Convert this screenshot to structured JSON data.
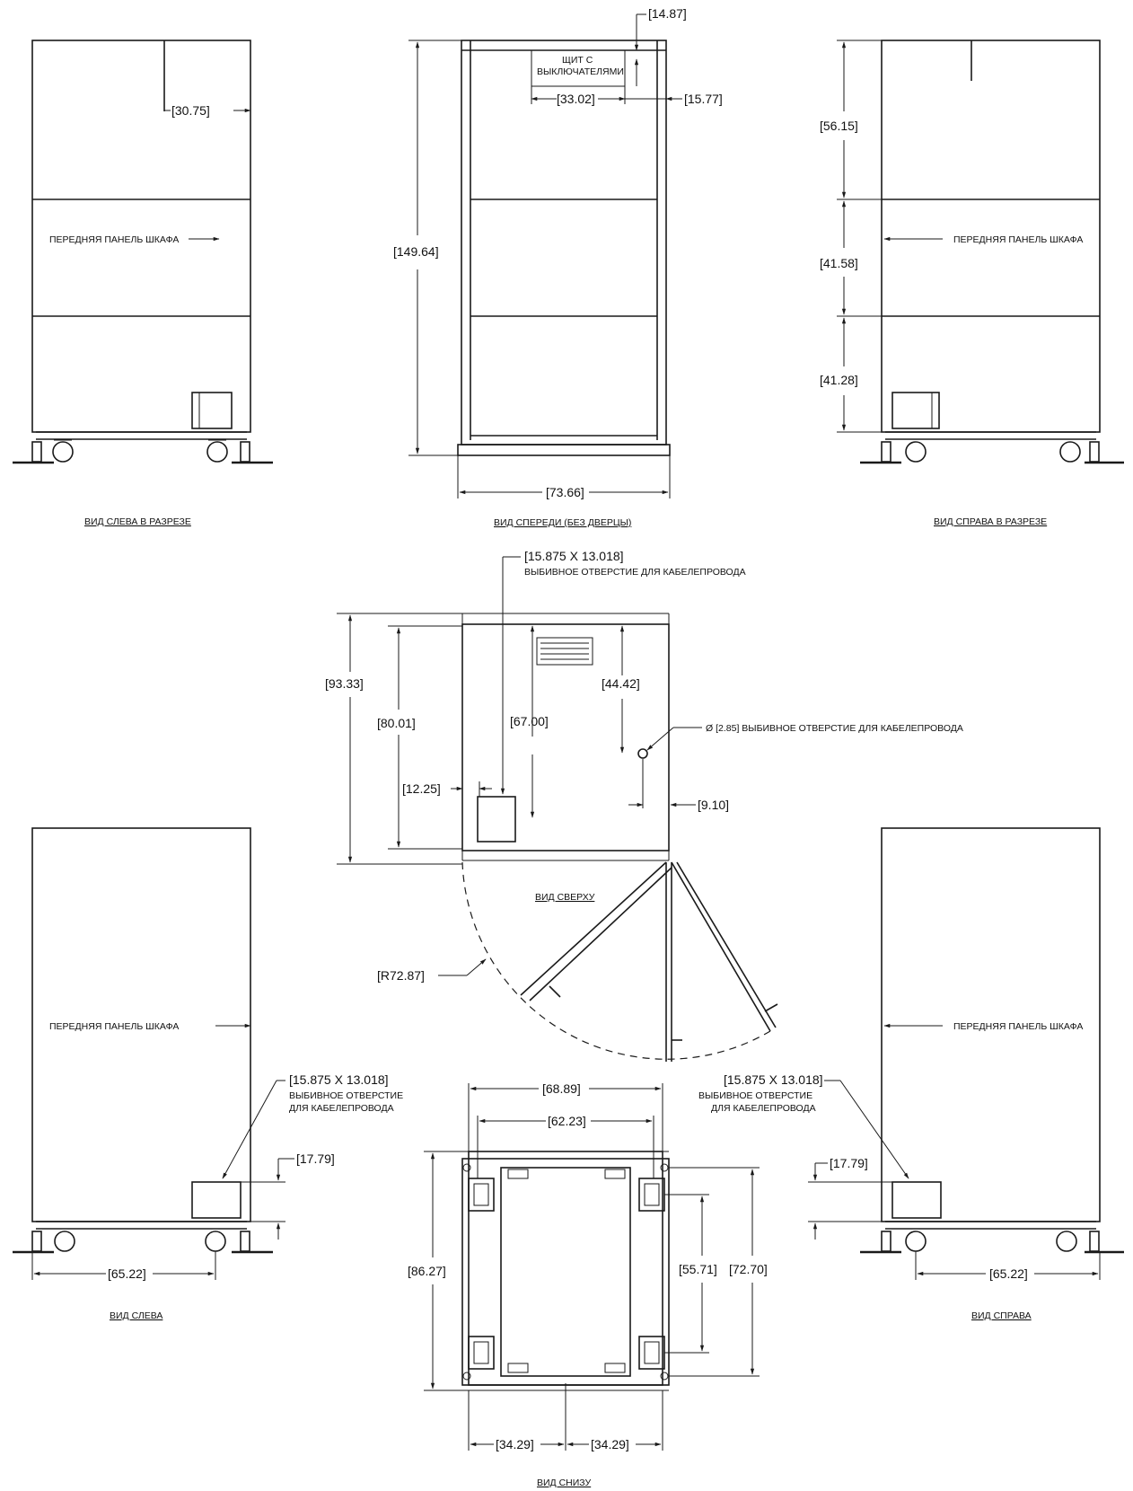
{
  "colors": {
    "line": "#1a1a1a",
    "background": "#ffffff"
  },
  "captions": {
    "left_section": "ВИД СЛЕВА В РАЗРЕЗЕ",
    "front": "ВИД СПЕРЕДИ (БЕЗ ДВЕРЦЫ)",
    "right_section": "ВИД СПРАВА В РАЗРЕЗЕ",
    "top": "ВИД СВЕРХУ",
    "left": "ВИД СЛЕВА",
    "right": "ВИД СПРАВА",
    "bottom": "ВИД СНИЗУ"
  },
  "labels": {
    "cabinet_front": "ПЕРЕДНЯЯ ПАНЕЛЬ ШКАФА",
    "breaker_panel_line1": "ЩИТ С",
    "breaker_panel_line2": "ВЫКЛЮЧАТЕЛЯМИ",
    "knockout_size": "[15.875 X 13.018]",
    "knockout_conduit": "ВЫБИВНОЕ ОТВЕРСТИЕ ДЛЯ КАБЕЛЕПРОВОДА",
    "knockout_line1": "ВЫБИВНОЕ ОТВЕРСТИЕ",
    "knockout_line2": "ДЛЯ КАБЕЛЕПРОВОДА",
    "round_knockout": "Ø [2.85] ВЫБИВНОЕ ОТВЕРСТИЕ ДЛЯ КАБЕЛЕПРОВОДА"
  },
  "dims": {
    "d3075": "[30.75]",
    "d1487": "[14.87]",
    "d3302": "[33.02]",
    "d1577": "[15.77]",
    "d14964": "[149.64]",
    "d7366": "[73.66]",
    "d5615": "[56.15]",
    "d4158": "[41.58]",
    "d4128": "[41.28]",
    "d9333": "[93.33]",
    "d8001": "[80.01]",
    "d6700": "[67.00]",
    "d4442": "[44.42]",
    "d1225": "[12.25]",
    "d910": "[9.10]",
    "r7287": "[R72.87]",
    "d6889": "[68.89]",
    "d6223": "[62.23]",
    "d1779_left": "[17.79]",
    "d1779_right": "[17.79]",
    "d6522_left": "[65.22]",
    "d6522_right": "[65.22]",
    "d8627": "[86.27]",
    "d5571": "[55.71]",
    "d7270": "[72.70]",
    "d3429_left": "[34.29]",
    "d3429_right": "[34.29]"
  }
}
